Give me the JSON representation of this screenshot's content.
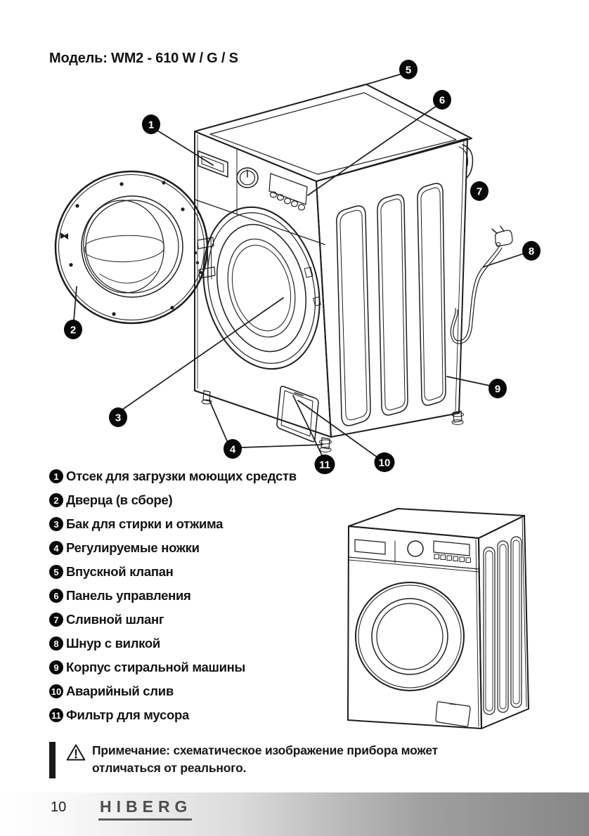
{
  "page": {
    "title": "Модель: WM2 - 610 W / G / S"
  },
  "parts": [
    {
      "num": "1",
      "label": "Отсек для загрузки моющих средств"
    },
    {
      "num": "2",
      "label": "Дверца (в сборе)"
    },
    {
      "num": "3",
      "label": "Бак для стирки и отжима"
    },
    {
      "num": "4",
      "label": "Регулируемые ножки"
    },
    {
      "num": "5",
      "label": "Впускной клапан"
    },
    {
      "num": "6",
      "label": "Панель управления"
    },
    {
      "num": "7",
      "label": "Сливной шланг"
    },
    {
      "num": "8",
      "label": "Шнур с вилкой"
    },
    {
      "num": "9",
      "label": "Корпус стиральной машины"
    },
    {
      "num": "10",
      "label": "Аварийный слив"
    },
    {
      "num": "11",
      "label": "Фильтр для мусора"
    }
  ],
  "note": {
    "line1": "Примечание: схематическое изображение прибора может",
    "line2": "отличаться от реального."
  },
  "footer": {
    "page_number": "10",
    "brand": "HIBERG"
  },
  "colors": {
    "line_ink": "#1d1d1b",
    "badge_black": "#070707",
    "footer_gray": "#868686"
  }
}
